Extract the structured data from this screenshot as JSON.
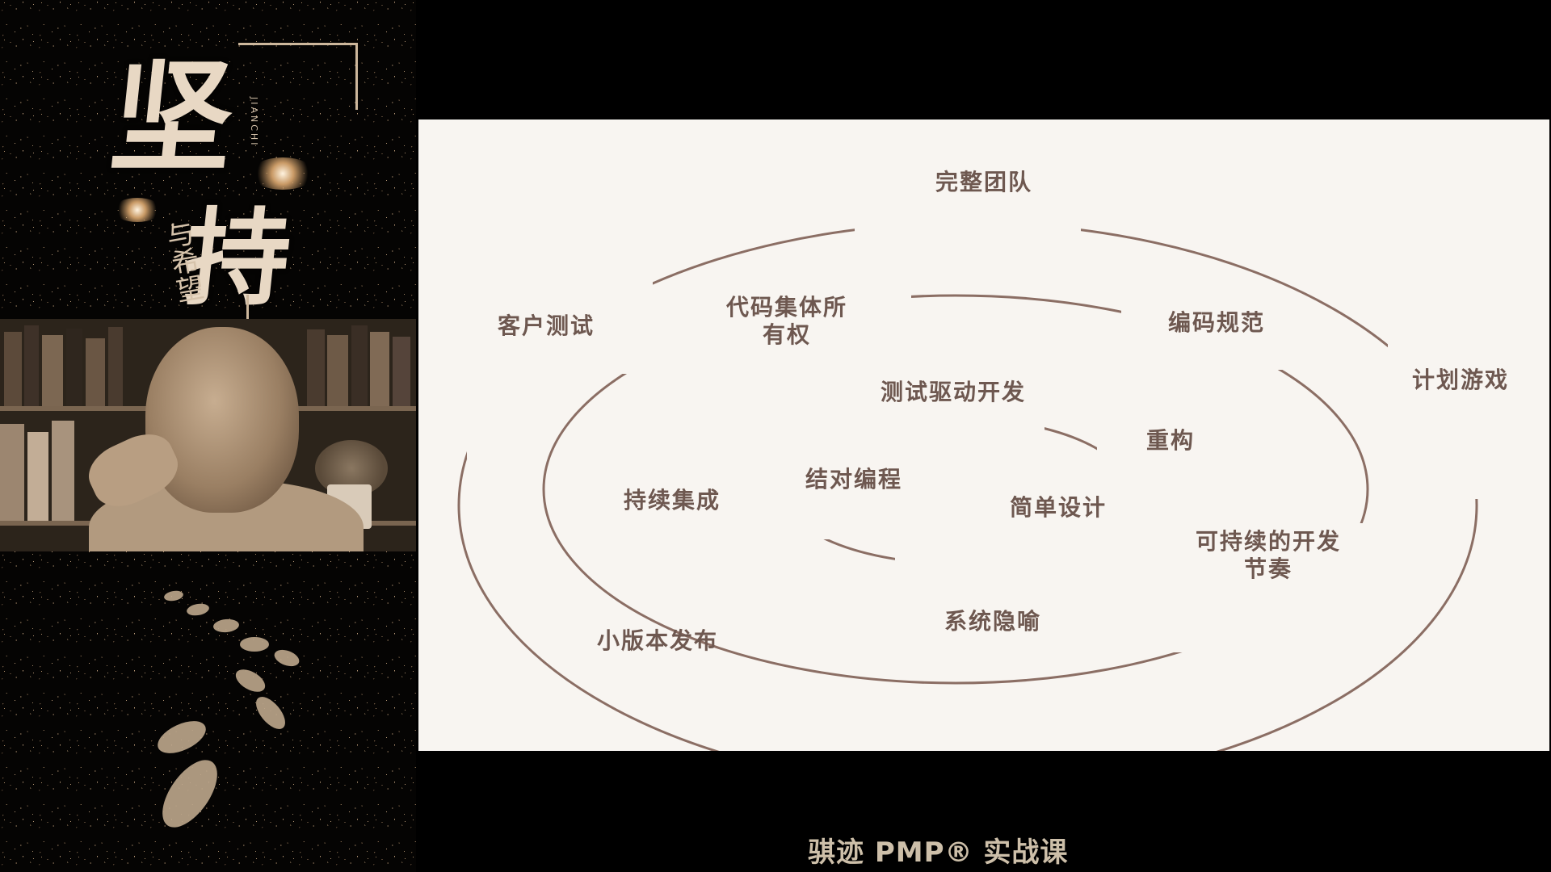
{
  "poster": {
    "title_char_1": "坚",
    "title_char_2": "持",
    "subtitle": "与希望",
    "pinyin": "JIANCHI"
  },
  "diagram": {
    "outer_ring": [
      "完整团队",
      "客户测试",
      "计划游戏",
      "小版本发布"
    ],
    "middle_ring": [
      "代码集体所\n有权",
      "编码规范",
      "持续集成",
      "可持续的开发\n节奏",
      "系统隐喻"
    ],
    "inner_ring": [
      "测试驱动开发",
      "重构",
      "结对编程",
      "简单设计"
    ]
  },
  "caption": "骐迹 PMP® 实战课",
  "colors": {
    "ring": "#8b6e64",
    "label": "#6e5850",
    "slide_bg": "#f8f5f1",
    "page_bg": "#000000"
  }
}
